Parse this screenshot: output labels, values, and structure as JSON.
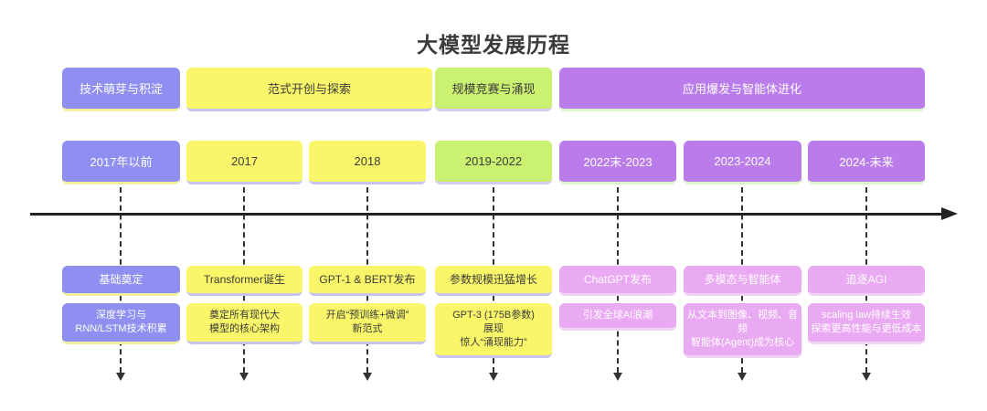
{
  "title": "大模型发展历程",
  "palette": {
    "periwinkle": "#8F8FF2",
    "yellow": "#FAF669",
    "green": "#CBF170",
    "violet": "#BA7CEB",
    "pink": "#EAA9F3",
    "text_dark": "#3B3B3B",
    "text_light": "#FFFFFF",
    "axis_line": "#222222"
  },
  "phases": [
    {
      "label": "技术萌芽与积淀"
    },
    {
      "label": "范式开创与探索"
    },
    {
      "label": "规模竞赛与涌现"
    },
    {
      "label": "应用爆发与智能体进化"
    }
  ],
  "columns": [
    {
      "period": "2017年以前",
      "event": "基础奠定",
      "detail": "深度学习与\nRNN/LSTM技术积累"
    },
    {
      "period": "2017",
      "event": "Transformer诞生",
      "detail": "奠定所有现代大\n模型的核心架构"
    },
    {
      "period": "2018",
      "event": "GPT-1 & BERT发布",
      "detail": "开启“预训练+微调”\n新范式"
    },
    {
      "period": "2019-2022",
      "event": "参数规模迅猛增长",
      "detail": "GPT-3 (175B参数)\n展现\n惊人“涌现能力”"
    },
    {
      "period": "2022末-2023",
      "event": "ChatGPT发布",
      "detail": "引发全球AI浪潮"
    },
    {
      "period": "2023-2024",
      "event": "多模态与智能体",
      "detail": "从文本到图像、视频、音频\n智能体(Agent)成为核心"
    },
    {
      "period": "2024-未来",
      "event": "追逐AGI",
      "detail": "scaling law持续生效\n探索更高性能与更低成本"
    }
  ]
}
